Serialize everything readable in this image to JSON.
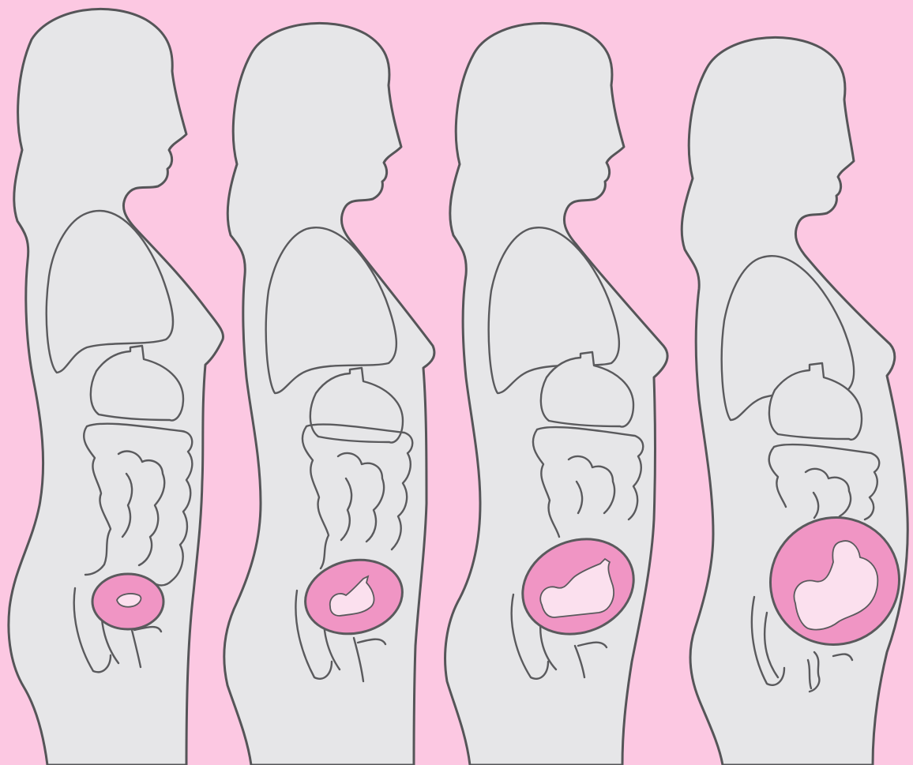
{
  "colors": {
    "background": "#fcc8e2",
    "body": "#e6e6e8",
    "outline": "#555558",
    "uterus": "#f095c4",
    "fetus": "#fbe0ee"
  },
  "stages": [
    {
      "id": "stage-1",
      "uterus_size": "small",
      "fetus": "embryo"
    },
    {
      "id": "stage-2",
      "uterus_size": "medium",
      "fetus": "early-fetus"
    },
    {
      "id": "stage-3",
      "uterus_size": "large",
      "fetus": "fetus"
    },
    {
      "id": "stage-4",
      "uterus_size": "full-term",
      "fetus": "curled-fetus"
    }
  ]
}
